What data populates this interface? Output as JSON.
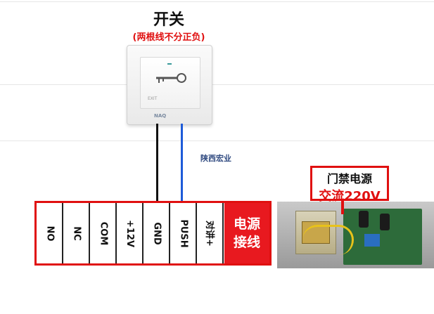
{
  "switch": {
    "title": "开关",
    "subtitle": "(两根线不分正负)",
    "exit_label": "EXIT",
    "brand": "NAQ"
  },
  "watermark": "陕西宏业",
  "terminal": {
    "cells": [
      "NO",
      "NC",
      "COM",
      "+12V",
      "GND",
      "PUSH",
      "对讲+"
    ],
    "power_label_line1": "电源",
    "power_label_line2": "接线"
  },
  "power_supply": {
    "label_line1": "门禁电源",
    "label_line2": "交流220V"
  },
  "colors": {
    "accent_red": "#e01010",
    "wire_black": "#111111",
    "wire_blue": "#1e5bd8"
  }
}
